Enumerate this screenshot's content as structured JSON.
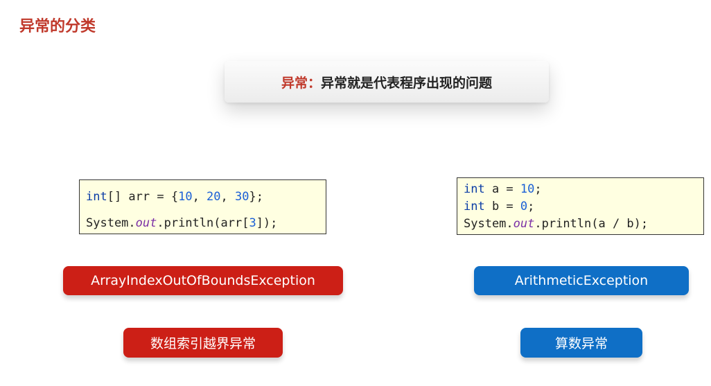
{
  "page": {
    "title": "异常的分类"
  },
  "definition": {
    "term": "异常：",
    "text": "异常就是代表程序出现的问题"
  },
  "examples": [
    {
      "code": [
        [
          {
            "t": "kw",
            "v": "int"
          },
          {
            "t": "plain",
            "v": "[] arr = {"
          },
          {
            "t": "num",
            "v": "10"
          },
          {
            "t": "plain",
            "v": ", "
          },
          {
            "t": "num",
            "v": "20"
          },
          {
            "t": "plain",
            "v": ", "
          },
          {
            "t": "num",
            "v": "30"
          },
          {
            "t": "plain",
            "v": "};"
          }
        ],
        [
          {
            "t": "plain",
            "v": "System."
          },
          {
            "t": "field",
            "v": "out"
          },
          {
            "t": "plain",
            "v": ".println(arr["
          },
          {
            "t": "num",
            "v": "3"
          },
          {
            "t": "plain",
            "v": "]);"
          }
        ]
      ],
      "exception_name": "ArrayIndexOutOfBoundsException",
      "exception_label": "数组索引越界异常",
      "color": "#cc1f16"
    },
    {
      "code": [
        [
          {
            "t": "kw",
            "v": "int"
          },
          {
            "t": "plain",
            "v": " a = "
          },
          {
            "t": "num",
            "v": "10"
          },
          {
            "t": "plain",
            "v": ";"
          }
        ],
        [
          {
            "t": "kw",
            "v": "int"
          },
          {
            "t": "plain",
            "v": " b = "
          },
          {
            "t": "num",
            "v": "0"
          },
          {
            "t": "plain",
            "v": ";"
          }
        ],
        [
          {
            "t": "plain",
            "v": "System."
          },
          {
            "t": "field",
            "v": "out"
          },
          {
            "t": "plain",
            "v": ".println(a / b);"
          }
        ]
      ],
      "exception_name": "ArithmeticException",
      "exception_label": "算数异常",
      "color": "#0f6fc6"
    }
  ]
}
